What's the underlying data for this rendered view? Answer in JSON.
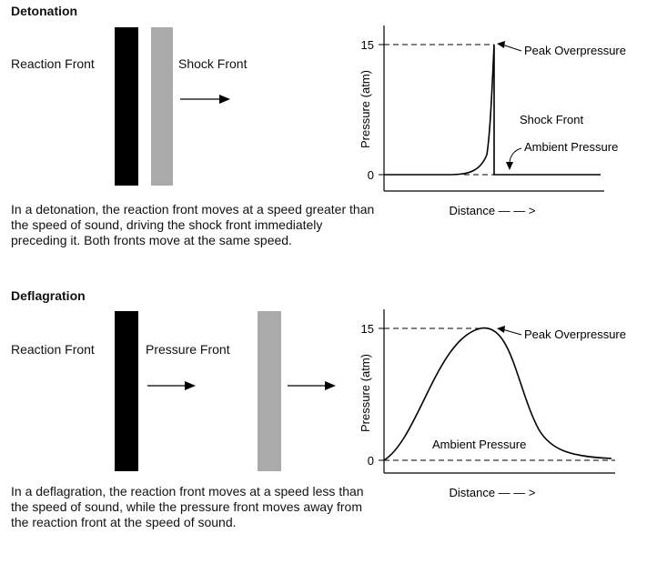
{
  "detonation": {
    "heading": "Detonation",
    "reaction_label": "Reaction Front",
    "front_label": "Shock Front",
    "description": "In a detonation, the reaction front moves at a speed greater than the speed of sound, driving the shock front immediately preceding it. Both fronts move at the same speed.",
    "graph": {
      "ylabel": "Pressure (atm)",
      "xlabel": "Distance — — >",
      "y_ticks": [
        "15",
        "0"
      ],
      "peak_label": "Peak Overpressure",
      "front_label": "Shock Front",
      "ambient_label": "Ambient Pressure"
    }
  },
  "deflagration": {
    "heading": "Deflagration",
    "reaction_label": "Reaction Front",
    "front_label": "Pressure Front",
    "description": "In a deflagration, the reaction front moves at a speed less than the speed of sound, while the pressure front moves away from the reaction front at the speed of sound.",
    "graph": {
      "ylabel": "Pressure (atm)",
      "xlabel": "Distance — — >",
      "y_ticks": [
        "15",
        "0"
      ],
      "peak_label": "Peak Overpressure",
      "ambient_label": "Ambient Pressure"
    }
  },
  "colors": {
    "reaction_front": "#000000",
    "pressure_front": "#aaaaaa"
  }
}
